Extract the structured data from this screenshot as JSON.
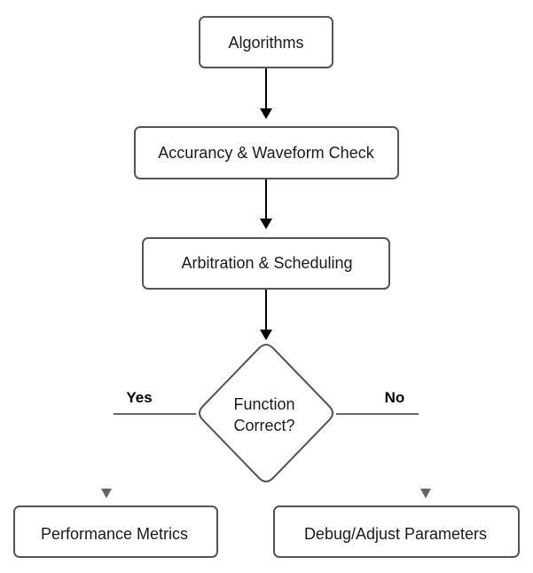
{
  "nodes": {
    "algorithms": "Algorithms",
    "accuracy_check": "Accurancy & Waveform Check",
    "arbitration": "Arbitration & Scheduling",
    "decision_line1": "Function",
    "decision_line2": "Correct?",
    "performance": "Performance Metrics",
    "debug": "Debug/Adjust Parameters"
  },
  "edges": {
    "yes_label": "Yes",
    "no_label": "No"
  },
  "colors": {
    "node_border": "#555555",
    "main_arrow": "#000000",
    "branch_arrow": "#666666"
  }
}
